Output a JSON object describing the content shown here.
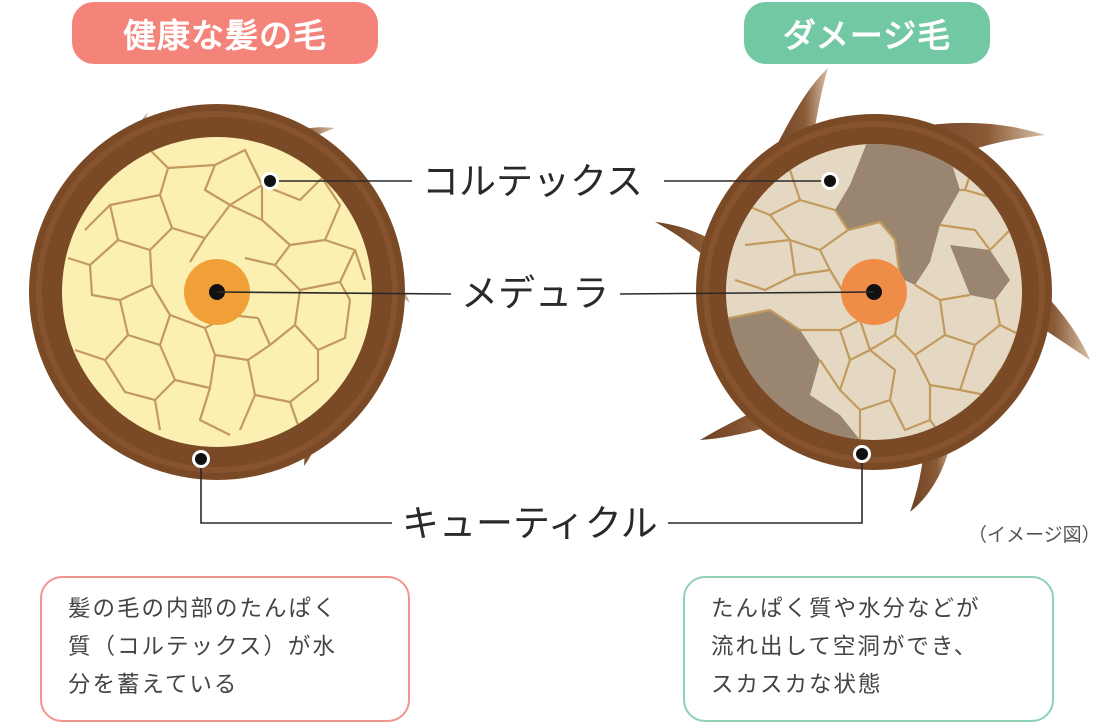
{
  "titles": {
    "healthy": "健康な髪の毛",
    "damaged": "ダメージ毛"
  },
  "labels": {
    "cortex": "コルテックス",
    "medulla": "メデュラ",
    "cuticle": "キューティクル"
  },
  "note": "（イメージ図）",
  "descriptions": {
    "healthy": [
      "髪の毛の内部のたんぱく",
      "質（コルテックス）が水",
      "分を蓄えている"
    ],
    "damaged": [
      "たんぱく質や水分などが",
      "流れ出して空洞ができ、",
      "スカスカな状態"
    ]
  },
  "colors": {
    "cuticle": "#7a4a26",
    "cortex_healthy": "#fcefb2",
    "cortex_damaged": "#e4d8c2",
    "cavity": "#9a8670",
    "cell_lines": "#c29a5e",
    "medulla_healthy": "#f1a038",
    "medulla_damaged": "#ef8d48",
    "healthy_accent": "#f4847a",
    "damaged_accent": "#72c8a3"
  }
}
